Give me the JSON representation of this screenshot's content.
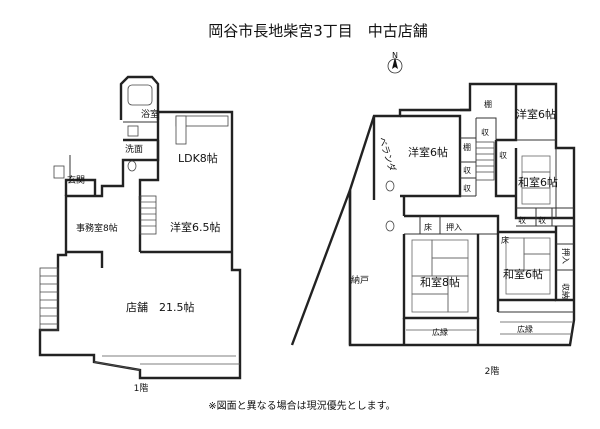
{
  "title": "岡谷市長地柴宮3丁目　中古店舗",
  "compass": {
    "label": "N"
  },
  "floor1": {
    "label": "1階",
    "rooms": {
      "bath": "浴室",
      "washroom": "洗面",
      "ldk": "LDK8帖",
      "entrance": "玄関",
      "office": "事務室8帖",
      "western": "洋室6.5帖",
      "shop": "店舗　21.5帖"
    }
  },
  "floor2": {
    "label": "2階",
    "rooms": {
      "balcony": "ベランダ",
      "western_a": "洋室6帖",
      "western_b": "洋室6帖",
      "japanese_ne": "和室6帖",
      "japanese_main": "和室8帖",
      "japanese_se": "和室6帖",
      "attic": "納戸",
      "shelf_a": "棚",
      "shelf_b": "棚",
      "closet_1": "収",
      "closet_2": "収",
      "closet_3": "収",
      "closet_4": "収",
      "closet_5": "収",
      "closet_6": "収",
      "alcove_a": "床",
      "alcove_b": "床",
      "oshiire_a": "押入",
      "oshiire_b": "押入",
      "storage": "収納",
      "veranda_a": "広縁",
      "veranda_b": "広縁"
    }
  },
  "footnote": "※図面と異なる場合は現況優先とします。"
}
